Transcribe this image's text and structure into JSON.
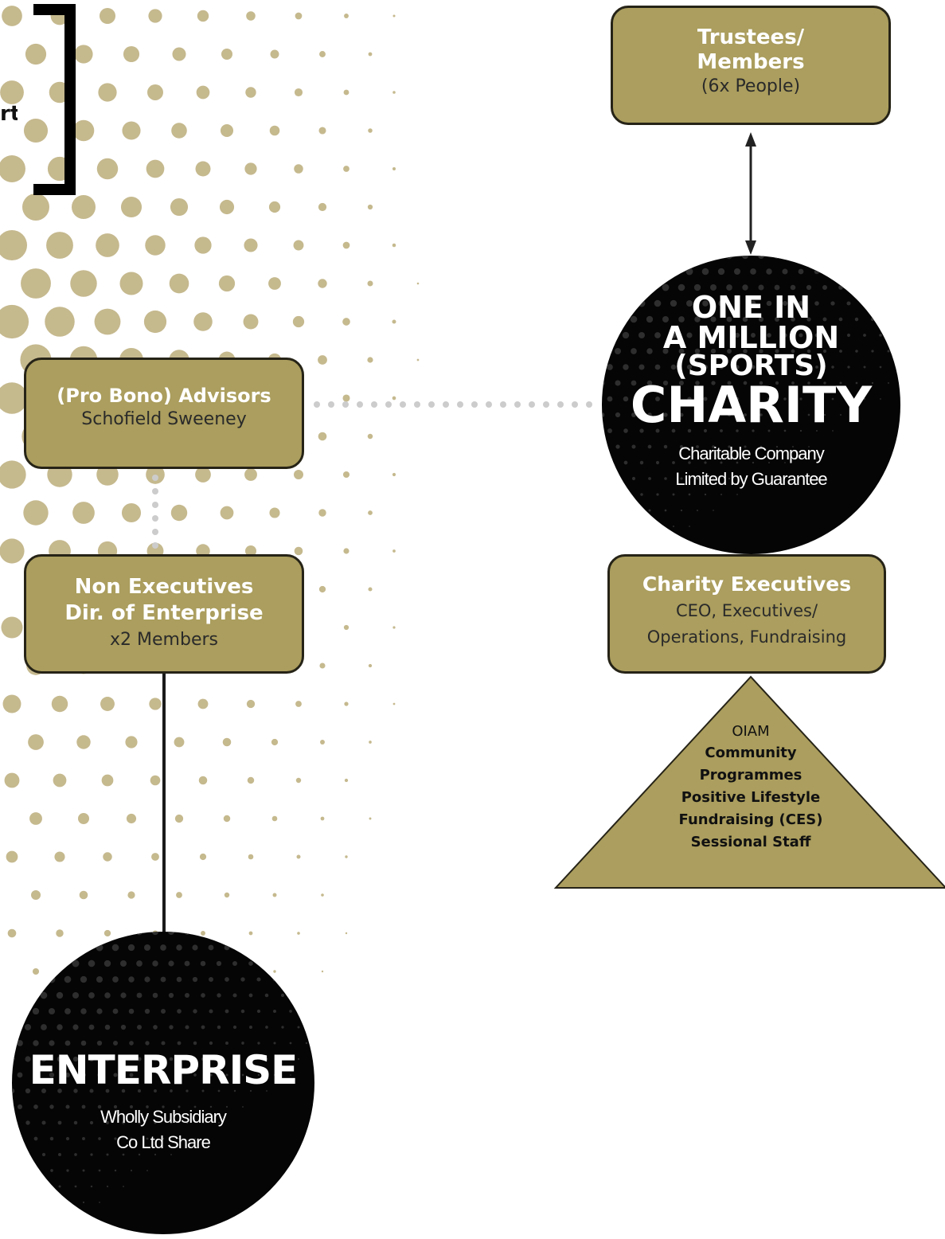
{
  "title_fragment": "rt",
  "colors": {
    "gold": "#ab9e5e",
    "gold_light": "#c5b98e",
    "border": "#262317",
    "circle_fill": "#050505",
    "dotted_connector": "#cccccc"
  },
  "nodes": {
    "trustees": {
      "line1": "Trustees/",
      "line2": "Members",
      "line3": "(6x People)"
    },
    "charity": {
      "line1": "ONE IN",
      "line2": "A MILLION",
      "line3": "(SPORTS)",
      "line4": "CHARITY",
      "sub1": "Charitable Company",
      "sub2": "Limited by Guarantee"
    },
    "advisors": {
      "line1": "(Pro Bono) Advisors",
      "line2": "Schofield Sweeney"
    },
    "non_exec": {
      "line1": "Non Executives",
      "line2": "Dir. of Enterprise",
      "line3": "x2 Members"
    },
    "charity_exec": {
      "line1": "Charity Executives",
      "line2": "CEO, Executives/",
      "line3": "Operations, Fundraising"
    },
    "oiam": {
      "line1": "OIAM",
      "line2": "Community",
      "line3": "Programmes",
      "line4": "Positive Lifestyle",
      "line5": "Fundraising (CES)",
      "line6": "Sessional Staff"
    },
    "enterprise": {
      "line1": "ENTERPRISE",
      "sub1": "Wholly Subsidiary",
      "sub2": "Co Ltd Share"
    }
  }
}
